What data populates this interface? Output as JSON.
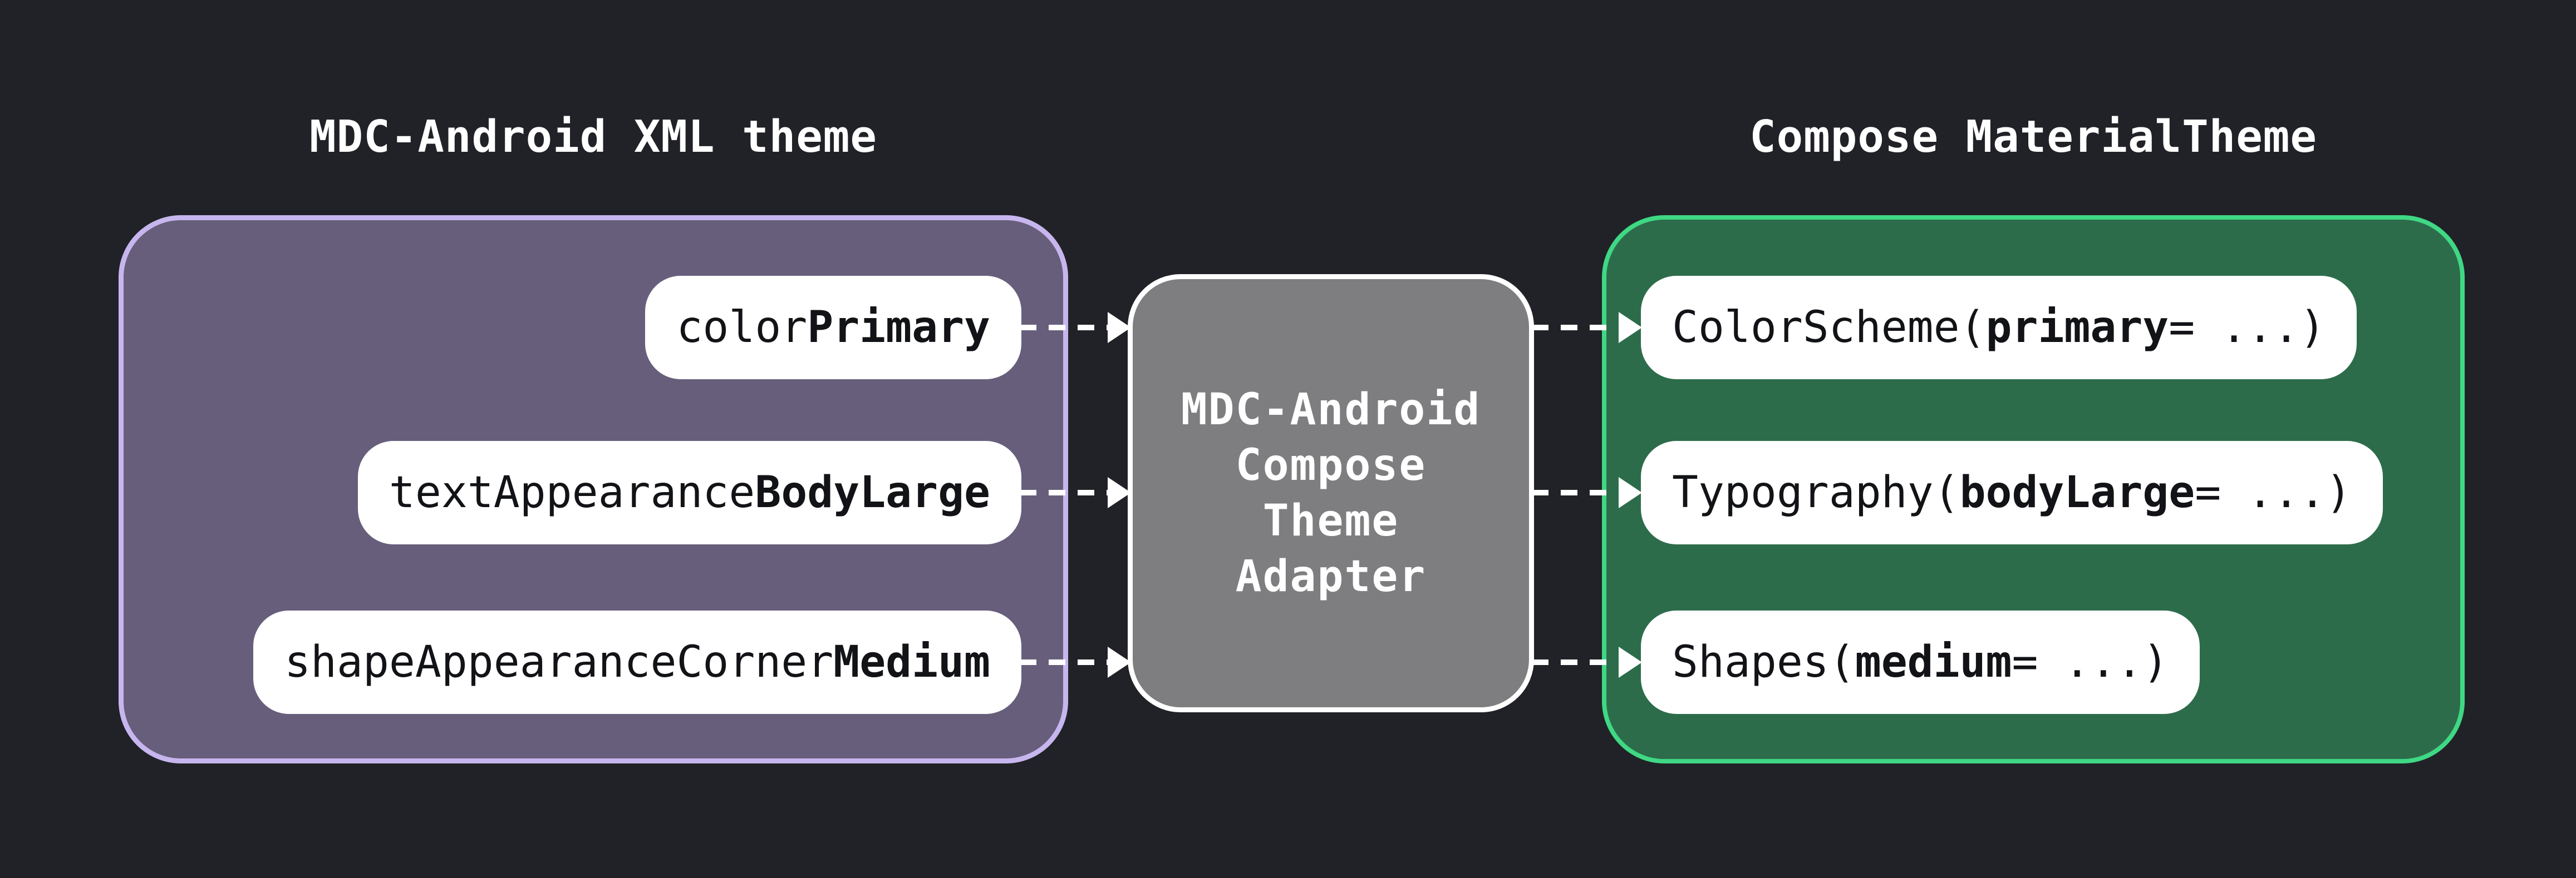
{
  "titles": {
    "left": "MDC-Android XML theme",
    "right": "Compose MaterialTheme"
  },
  "left_panel": {
    "title": "MDC-Android XML theme",
    "items": [
      {
        "prefix": "color",
        "bold": "Primary",
        "suffix": ""
      },
      {
        "prefix": "textAppearance",
        "bold": "BodyLarge",
        "suffix": ""
      },
      {
        "prefix": "shapeAppearanceCorner",
        "bold": "Medium",
        "suffix": ""
      }
    ]
  },
  "adapter": {
    "lines": [
      "MDC-Android",
      "Compose",
      "Theme",
      "Adapter"
    ]
  },
  "right_panel": {
    "title": "Compose MaterialTheme",
    "items": [
      {
        "prefix": "ColorScheme(",
        "bold": "primary",
        "suffix": " = ...)"
      },
      {
        "prefix": "Typography(",
        "bold": "bodyLarge",
        "suffix": " = ...)"
      },
      {
        "prefix": "Shapes(",
        "bold": "medium",
        "suffix": " = ...)"
      }
    ]
  },
  "colors": {
    "background": "#212227",
    "left_panel_fill": "#675E7C",
    "left_panel_border": "#C7B6EE",
    "right_panel_fill": "#2D6C4B",
    "right_panel_border": "#3FD884",
    "adapter_fill": "#7E7E80",
    "adapter_border": "#ffffff",
    "pill_fill": "#ffffff",
    "pill_text": "#121316",
    "title_text": "#ffffff",
    "arrow": "#ffffff"
  }
}
